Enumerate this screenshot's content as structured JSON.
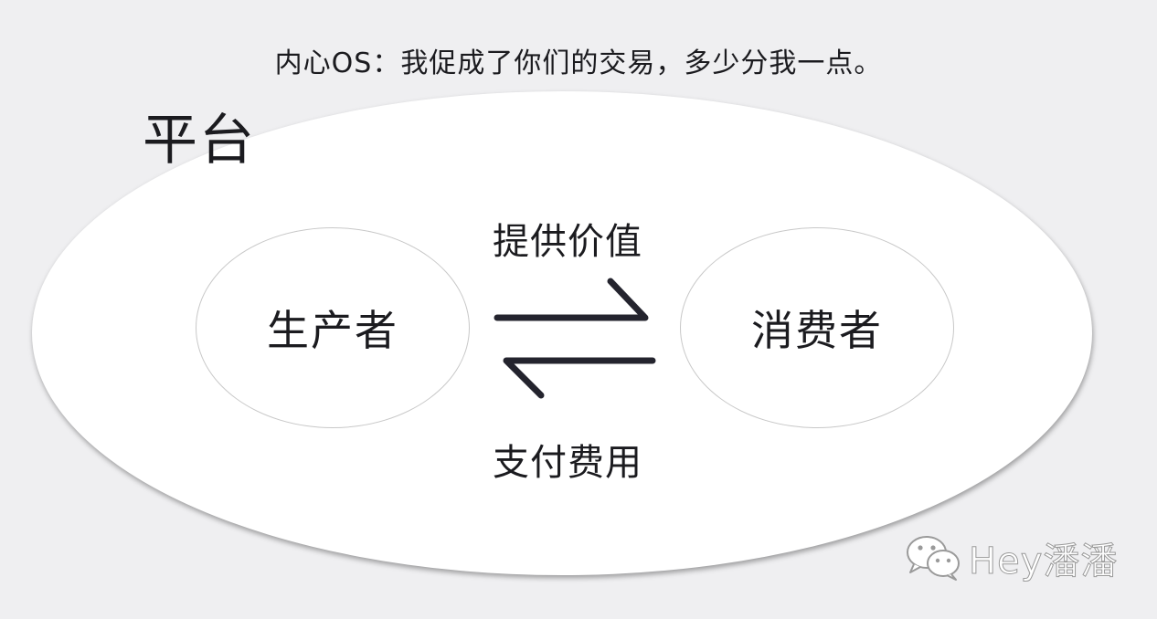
{
  "caption": "内心OS：我促成了你们的交易，多少分我一点。",
  "platform": {
    "label": "平台"
  },
  "nodes": {
    "producer": "生产者",
    "consumer": "消费者"
  },
  "flows": {
    "provide_value": "提供价值",
    "pay_fee": "支付费用"
  },
  "watermark": {
    "icon": "wechat-icon",
    "text": "Hey潘潘"
  },
  "colors": {
    "background": "#efeff1",
    "ellipse": "#ffffff",
    "arrow": "#24242e"
  }
}
